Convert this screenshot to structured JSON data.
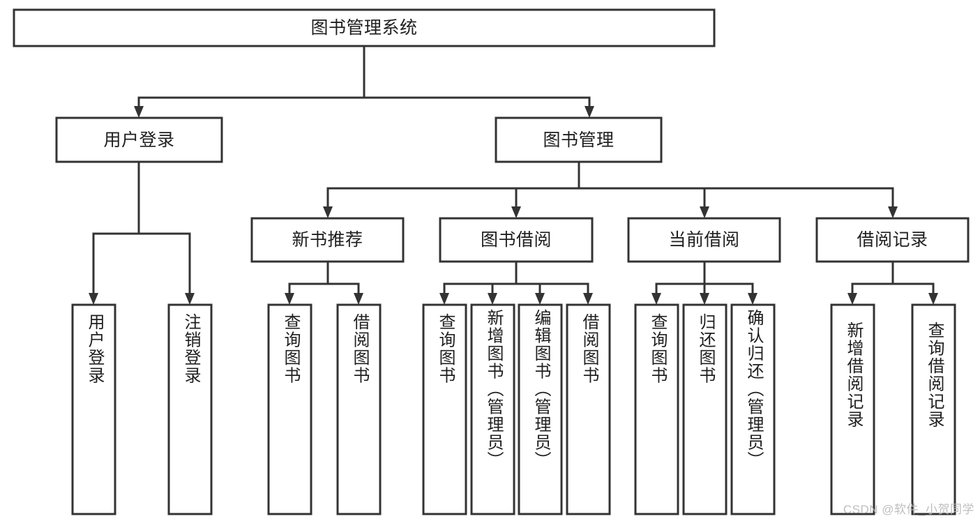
{
  "diagram": {
    "title": "图书管理系统",
    "type": "功能结构图",
    "style": {
      "box_fill": "#ffffff",
      "box_stroke": "#333333",
      "text_color": "#1f1f1f",
      "background": "#ffffff",
      "watermark_color": "#b9b9b9"
    },
    "root": {
      "label": "图书管理系统"
    },
    "level2": [
      {
        "label": "用户登录"
      },
      {
        "label": "图书管理"
      }
    ],
    "level3": [
      {
        "label": "新书推荐"
      },
      {
        "label": "图书借阅"
      },
      {
        "label": "当前借阅"
      },
      {
        "label": "借阅记录"
      }
    ],
    "leaves": {
      "user_login": [
        {
          "label": "用户登录"
        },
        {
          "label": "注销登录"
        }
      ],
      "new_book_recommend": [
        {
          "label": "查询图书"
        },
        {
          "label": "借阅图书"
        }
      ],
      "book_borrow": [
        {
          "label": "查询图书"
        },
        {
          "label": "新增图书（管理员）"
        },
        {
          "label": "编辑图书（管理员）"
        },
        {
          "label": "借阅图书"
        }
      ],
      "current_borrow": [
        {
          "label": "查询图书"
        },
        {
          "label": "归还图书"
        },
        {
          "label": "确认归还（管理员）"
        }
      ],
      "borrow_record": [
        {
          "label": "新增借阅记录"
        },
        {
          "label": "查询借阅记录"
        }
      ]
    }
  },
  "watermark": {
    "text": "CSDN @软件_小贺同学"
  }
}
